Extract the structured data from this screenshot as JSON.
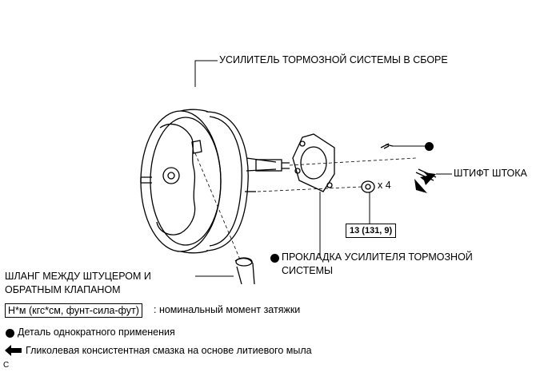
{
  "labels": {
    "booster_assembly": "УСИЛИТЕЛЬ ТОРМОЗНОЙ СИСТЕМЫ В СБОРЕ",
    "push_rod_pin": "ШТИФТ ШТОКА",
    "qty": "x 4",
    "torque_value": "13 (131, 9)",
    "gasket_line1": "ПРОКЛАДКА УСИЛИТЕЛЯ ТОРМОЗНОЙ",
    "gasket_line2": "СИСТЕМЫ",
    "hose_line1": "ШЛАНГ МЕЖДУ ШТУЦЕРОМ И",
    "hose_line2": "ОБРАТНЫМ КЛАПАНОМ"
  },
  "legend": {
    "torque_unit": "Н*м (кгс*см, фунт-сила-фут)",
    "torque_desc": ": номинальный момент затяжки",
    "single_use": "Деталь однократного применения",
    "grease": "Гликолевая консистентная смазка на основе литиевого мыла"
  },
  "corner_code": "C"
}
